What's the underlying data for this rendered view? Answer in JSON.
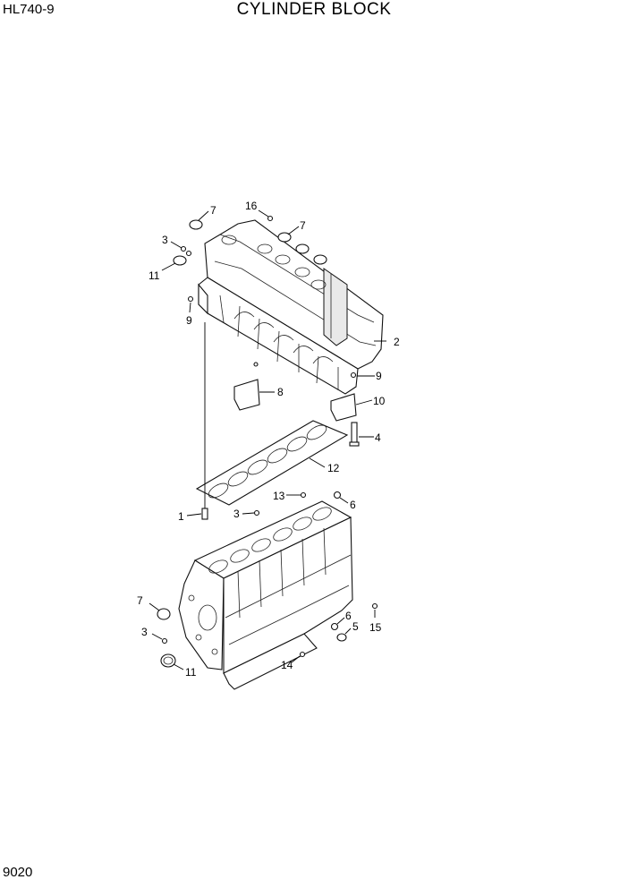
{
  "header": {
    "model": "HL740-9",
    "title": "CYLINDER BLOCK"
  },
  "footer": {
    "page_number": "9020"
  },
  "callouts": [
    {
      "id": "c1",
      "label": "1"
    },
    {
      "id": "c2",
      "label": "2"
    },
    {
      "id": "c3a",
      "label": "3"
    },
    {
      "id": "c3b",
      "label": "3"
    },
    {
      "id": "c3c",
      "label": "3"
    },
    {
      "id": "c4",
      "label": "4"
    },
    {
      "id": "c5",
      "label": "5"
    },
    {
      "id": "c6a",
      "label": "6"
    },
    {
      "id": "c6b",
      "label": "6"
    },
    {
      "id": "c7a",
      "label": "7"
    },
    {
      "id": "c7b",
      "label": "7"
    },
    {
      "id": "c7c",
      "label": "7"
    },
    {
      "id": "c8",
      "label": "8"
    },
    {
      "id": "c9a",
      "label": "9"
    },
    {
      "id": "c9b",
      "label": "9"
    },
    {
      "id": "c10",
      "label": "10"
    },
    {
      "id": "c11a",
      "label": "11"
    },
    {
      "id": "c11b",
      "label": "11"
    },
    {
      "id": "c12",
      "label": "12"
    },
    {
      "id": "c13",
      "label": "13"
    },
    {
      "id": "c14",
      "label": "14"
    },
    {
      "id": "c15",
      "label": "15"
    },
    {
      "id": "c16",
      "label": "16"
    }
  ]
}
